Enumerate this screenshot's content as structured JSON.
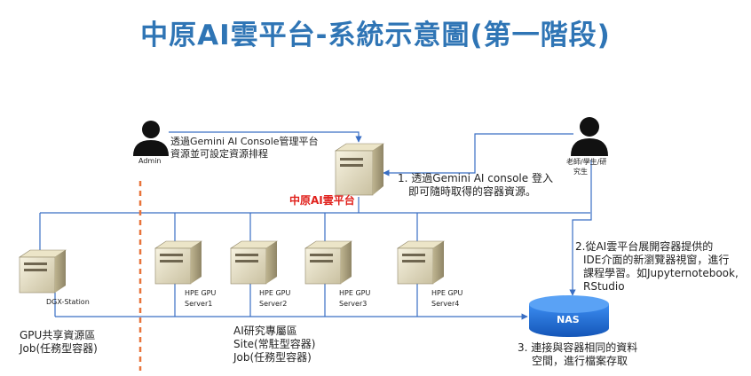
{
  "title": "中原AI雲平台-系統示意圖(第一階段)",
  "admin": {
    "label": "Admin",
    "note_line1": "透過Gemini AI Console管理平台",
    "note_line2": "資源並可設定資源排程"
  },
  "platform": {
    "label": "中原AI雲平台"
  },
  "user": {
    "label_line1": "老師/學生/研",
    "label_line2": "究生",
    "login_line1": "1. 透過Gemini AI console 登入",
    "login_line2": "即可隨時取得的容器資源。"
  },
  "ide_note": {
    "line1": "2.從AI雲平台展開容器提供的",
    "line2": "IDE介面的新瀏覽器視窗，進行",
    "line3": "課程學習。如Jupyternotebook,",
    "line4": "RStudio"
  },
  "servers": [
    {
      "name": "DGX-Station",
      "line2": ""
    },
    {
      "name": "HPE GPU",
      "line2": "Server1"
    },
    {
      "name": "HPE GPU",
      "line2": "Server2"
    },
    {
      "name": "HPE GPU",
      "line2": "Server3"
    },
    {
      "name": "HPE GPU",
      "line2": "Server4"
    }
  ],
  "nas": {
    "label": "NAS",
    "note_line1": "3. 連接與容器相同的資料",
    "note_line2": "空間，進行檔案存取"
  },
  "gpu_shared": {
    "line1": "GPU共享資源區",
    "line2": "Job(任務型容器)"
  },
  "ai_zone": {
    "line1": "AI研究專屬區",
    "line2": "Site(常駐型容器)",
    "line3": "Job(任務型容器)"
  },
  "colors": {
    "title": "#2f75b5",
    "line": "#3a6fc4",
    "dash": "#e8743b",
    "red": "#e0201b",
    "nas": "#1f6fd6"
  }
}
